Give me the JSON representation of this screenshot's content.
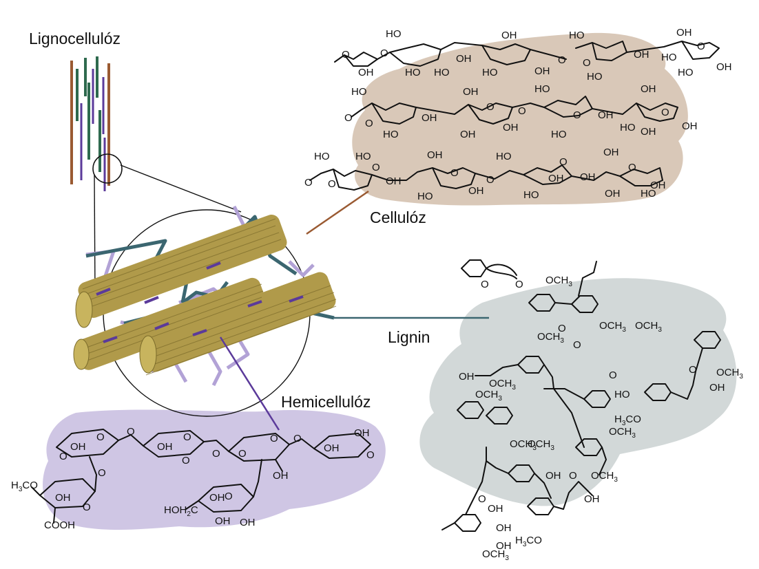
{
  "labels": {
    "lignocellulose": "Lignocellulóz",
    "cellulose": "Cellulóz",
    "lignin": "Lignin",
    "hemicellulose": "Hemicellulóz"
  },
  "colors": {
    "cellulose_blob": "#d9c8b8",
    "lignin_blob": "#d2d8d8",
    "hemi_blob": "#cfc6e4",
    "fiber_brown": "#9a5a32",
    "fiber_green": "#2e6a4e",
    "fiber_purple": "#5b3a9a",
    "microfibril": "#b09a4a",
    "lignin_strand": "#3b6670",
    "hemi_strand": "#b2a2d6"
  },
  "groups": {
    "OH": "OH",
    "HO": "HO",
    "O": "O",
    "OCH": "OCH",
    "CH": "CH",
    "H": "H",
    "CO": "CO",
    "C": "C",
    "n3": "3",
    "n2": "2",
    "COOH": "COOH",
    "HOH": "HOH"
  }
}
